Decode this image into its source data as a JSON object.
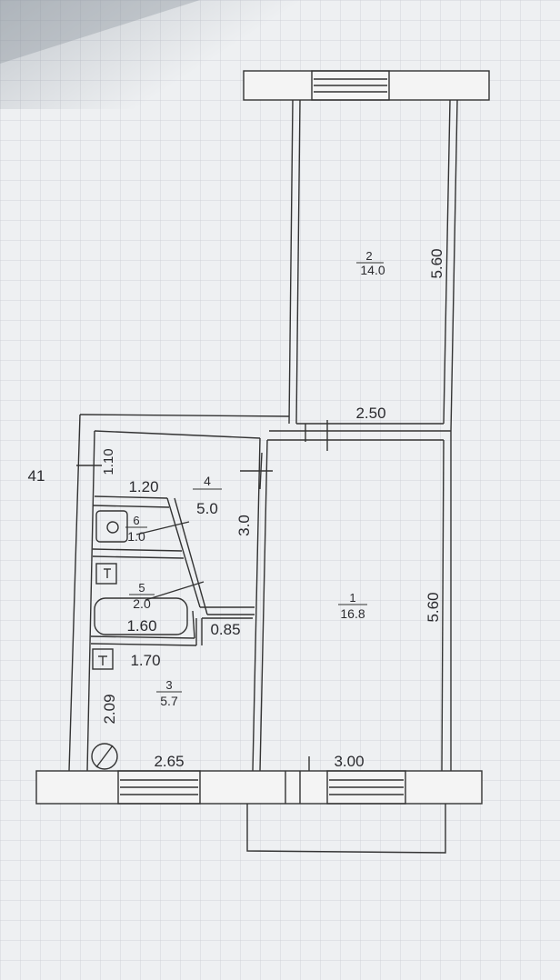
{
  "rooms": {
    "r1": {
      "num": "1",
      "area": "16.8"
    },
    "r2": {
      "num": "2",
      "area": "14.0"
    },
    "r3": {
      "num": "3",
      "area": "5.7"
    },
    "r4": {
      "num": "4",
      "area": "5.0"
    },
    "r5": {
      "num": "5",
      "area": "2.0"
    },
    "r6": {
      "num": "6",
      "area": "1.0"
    }
  },
  "dims": {
    "r2_len": "5.60",
    "r2_width": "2.50",
    "r1_len": "5.60",
    "r1_width": "3.00",
    "r3_width": "2.65",
    "r3_len": "2.09",
    "r3_inner": "1.70",
    "hall_len": "3.0",
    "hall_entry": "1.10",
    "hall_width": "1.20",
    "bath_width": "1.60",
    "wall_gap": "0.85",
    "left_mark": "41"
  }
}
